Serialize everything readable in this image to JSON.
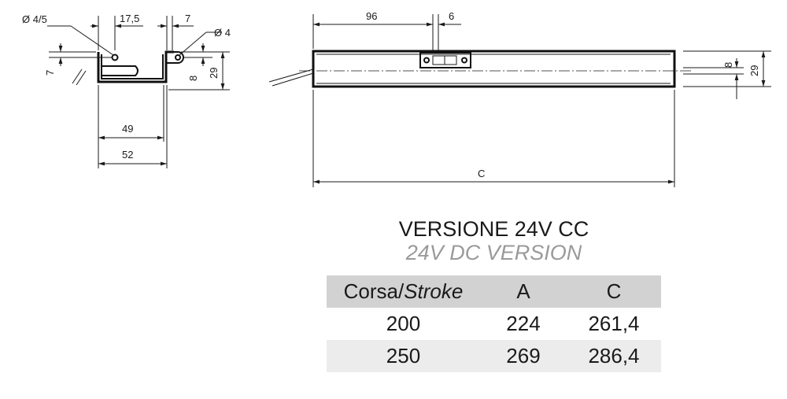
{
  "side_view": {
    "hole_label": "Ø 4/5",
    "offset_label": "17,5",
    "tab_label": "7",
    "pin_label": "Ø 4",
    "left_height_label": "7",
    "pin_offset_label": "8",
    "height_label": "29",
    "inner_width_label": "49",
    "outer_width_label": "52"
  },
  "top_view": {
    "position_label": "96",
    "slot_label": "6",
    "inner_height_label": "8",
    "height_label": "29",
    "length_label": "C"
  },
  "version": {
    "title": "VERSIONE 24V CC",
    "subtitle": "24V DC VERSION"
  },
  "table": {
    "headers": {
      "stroke_it": "Corsa/",
      "stroke_en": "Stroke",
      "a": "A",
      "c": "C"
    },
    "rows": [
      {
        "stroke": "200",
        "a": "224",
        "c": "261,4"
      },
      {
        "stroke": "250",
        "a": "269",
        "c": "286,4"
      }
    ]
  }
}
